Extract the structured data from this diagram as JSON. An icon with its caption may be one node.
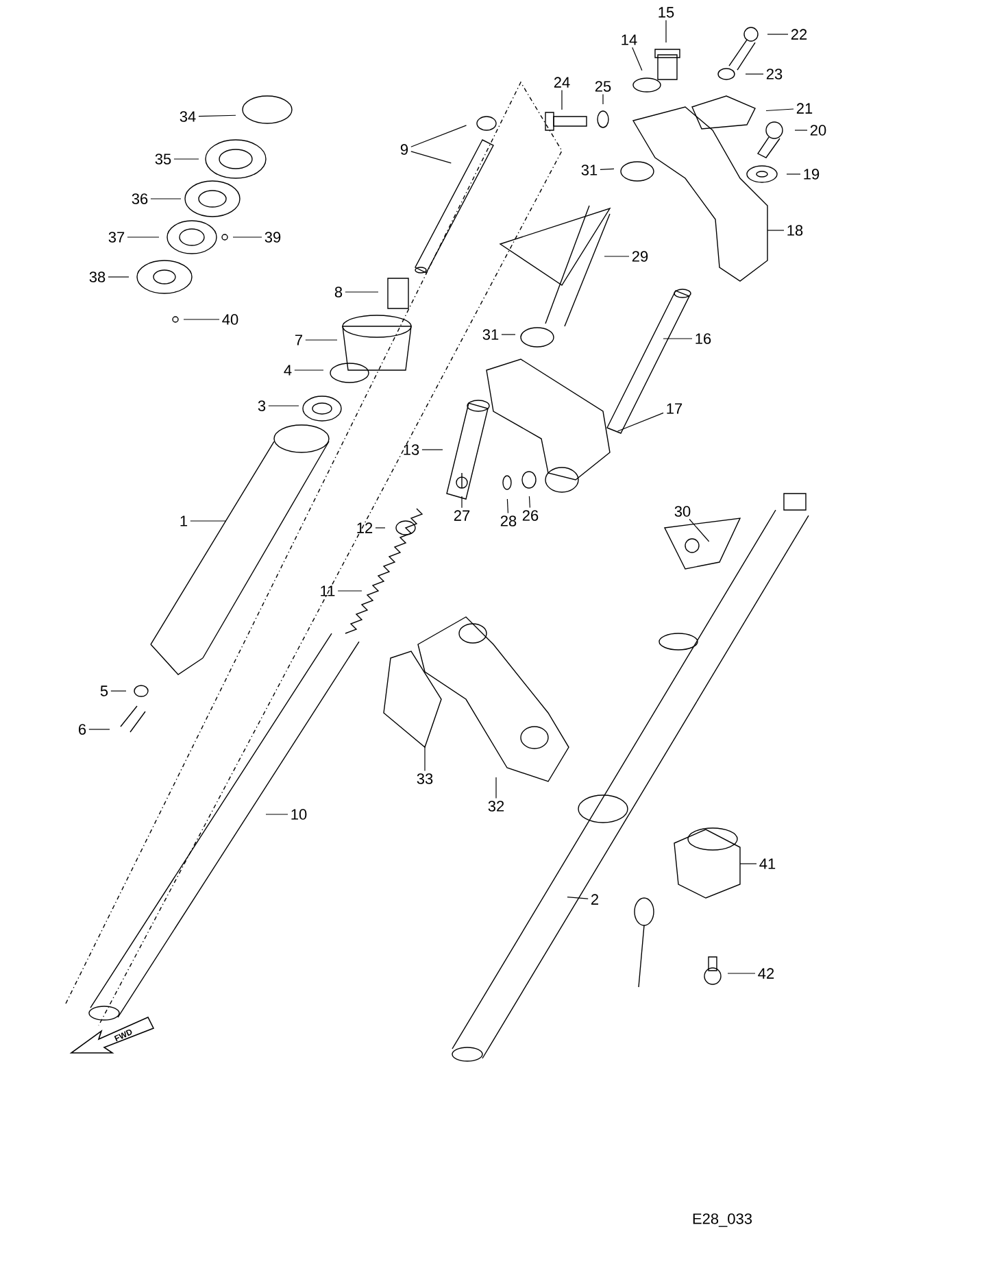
{
  "diagram": {
    "nodes": [
      {
        "text": [
          "15"
        ]
      },
      {
        "text": [
          "14"
        ]
      },
      {
        "text": [
          "22"
        ]
      },
      {
        "text": [
          "24"
        ]
      },
      {
        "text": [
          "25"
        ]
      },
      {
        "text": [
          "23"
        ]
      },
      {
        "text": [
          "21"
        ]
      },
      {
        "text": [
          "34"
        ]
      },
      {
        "text": [
          "20"
        ]
      },
      {
        "text": [
          "9"
        ]
      },
      {
        "text": [
          "19"
        ]
      },
      {
        "text": [
          "31"
        ]
      },
      {
        "text": [
          "35"
        ]
      },
      {
        "text": [
          "36"
        ]
      },
      {
        "text": [
          "18"
        ]
      },
      {
        "text": [
          "37"
        ]
      },
      {
        "text": [
          "39"
        ]
      },
      {
        "text": [
          "29"
        ]
      },
      {
        "text": [
          "38"
        ]
      },
      {
        "text": [
          "8"
        ]
      },
      {
        "text": [
          "40"
        ]
      },
      {
        "text": [
          "31"
        ]
      },
      {
        "text": [
          "16"
        ]
      },
      {
        "text": [
          "7"
        ]
      },
      {
        "text": [
          "4"
        ]
      },
      {
        "text": [
          "3"
        ]
      },
      {
        "text": [
          "17"
        ]
      },
      {
        "text": [
          "13"
        ]
      },
      {
        "text": [
          "27"
        ]
      },
      {
        "text": [
          "28"
        ]
      },
      {
        "text": [
          "26"
        ]
      },
      {
        "text": [
          "1"
        ]
      },
      {
        "text": [
          "12"
        ]
      },
      {
        "text": [
          "30"
        ]
      },
      {
        "text": [
          "11"
        ]
      },
      {
        "text": [
          "5"
        ]
      },
      {
        "text": [
          "6"
        ]
      },
      {
        "text": [
          "10"
        ]
      },
      {
        "text": [
          "33"
        ]
      },
      {
        "text": [
          "32"
        ]
      },
      {
        "text": [
          "41"
        ]
      },
      {
        "text": [
          "2"
        ]
      },
      {
        "text": [
          "42"
        ]
      }
    ],
    "edges": [
      {
        "from": 0,
        "to": null,
        "arrow": "none"
      },
      {
        "from": 1,
        "to": null,
        "arrow": "none"
      },
      {
        "from": 2,
        "to": null,
        "arrow": "none"
      },
      {
        "from": 3,
        "to": null,
        "arrow": "none"
      },
      {
        "from": 4,
        "to": null,
        "arrow": "none"
      },
      {
        "from": 5,
        "to": null,
        "arrow": "none"
      },
      {
        "from": 6,
        "to": null,
        "arrow": "none"
      },
      {
        "from": 7,
        "to": null,
        "arrow": "none"
      },
      {
        "from": 8,
        "to": null,
        "arrow": "none"
      },
      {
        "from": 9,
        "to": null,
        "arrow": "none"
      },
      {
        "from": 9,
        "to": null,
        "arrow": "none"
      },
      {
        "from": 10,
        "to": null,
        "arrow": "none"
      },
      {
        "from": 11,
        "to": null,
        "arrow": "none"
      },
      {
        "from": 12,
        "to": null,
        "arrow": "none"
      },
      {
        "from": 13,
        "to": null,
        "arrow": "none"
      },
      {
        "from": 14,
        "to": null,
        "arrow": "none"
      },
      {
        "from": 15,
        "to": null,
        "arrow": "none"
      },
      {
        "from": 16,
        "to": null,
        "arrow": "none"
      },
      {
        "from": 17,
        "to": null,
        "arrow": "none"
      },
      {
        "from": 18,
        "to": null,
        "arrow": "none"
      },
      {
        "from": 19,
        "to": null,
        "arrow": "none"
      },
      {
        "from": 20,
        "to": null,
        "arrow": "none"
      },
      {
        "from": 21,
        "to": null,
        "arrow": "none"
      },
      {
        "from": 22,
        "to": null,
        "arrow": "none"
      },
      {
        "from": 23,
        "to": null,
        "arrow": "none"
      },
      {
        "from": 24,
        "to": null,
        "arrow": "none"
      },
      {
        "from": 25,
        "to": null,
        "arrow": "none"
      },
      {
        "from": 26,
        "to": null,
        "arrow": "none"
      },
      {
        "from": 27,
        "to": null,
        "arrow": "none"
      },
      {
        "from": 28,
        "to": null,
        "arrow": "none"
      },
      {
        "from": 29,
        "to": null,
        "arrow": "none"
      },
      {
        "from": 30,
        "to": null,
        "arrow": "none"
      },
      {
        "from": 31,
        "to": null,
        "arrow": "none"
      },
      {
        "from": 32,
        "to": null,
        "arrow": "none"
      },
      {
        "from": 33,
        "to": null,
        "arrow": "none"
      },
      {
        "from": 34,
        "to": null,
        "arrow": "none"
      },
      {
        "from": 35,
        "to": null,
        "arrow": "none"
      },
      {
        "from": 36,
        "to": null,
        "arrow": "none"
      },
      {
        "from": 37,
        "to": null,
        "arrow": "none"
      },
      {
        "from": 38,
        "to": null,
        "arrow": "none"
      },
      {
        "from": 39,
        "to": null,
        "arrow": "none"
      },
      {
        "from": 40,
        "to": null,
        "arrow": "none"
      },
      {
        "from": 41,
        "to": null,
        "arrow": "none"
      },
      {
        "from": 42,
        "to": null,
        "arrow": "none"
      }
    ],
    "labels": [
      "E28_033",
      "FWD"
    ]
  }
}
